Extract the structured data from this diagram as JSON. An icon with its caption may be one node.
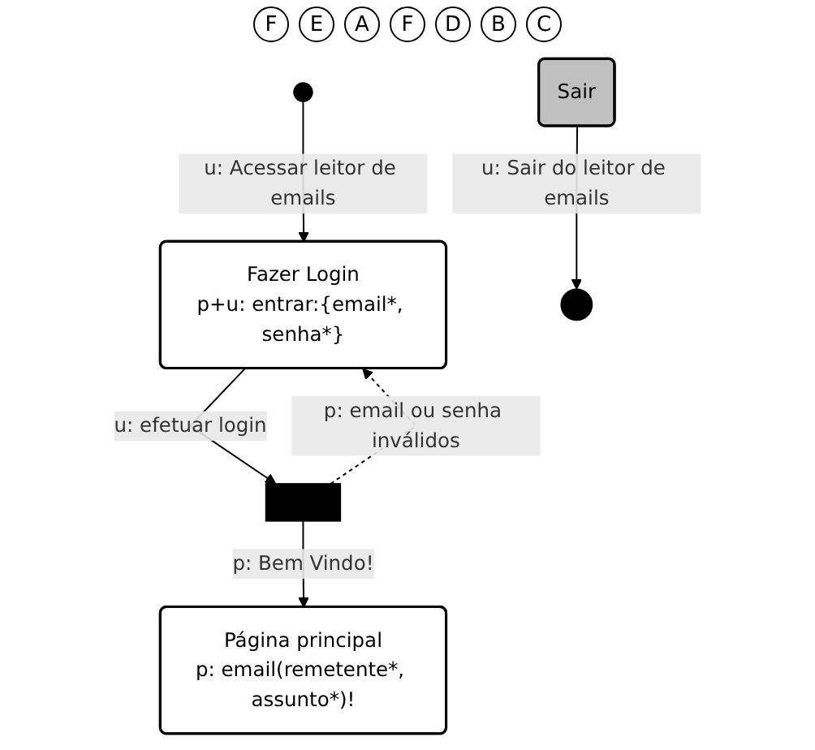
{
  "diagram": {
    "nodes": [
      {
        "text": [],
        "shape": "circle"
      },
      {
        "text": [
          "Fazer Login",
          "p+u: entrar:{email*, senha*}"
        ]
      },
      {
        "text": [],
        "shape": "box"
      },
      {
        "text": [
          "Página principal",
          "p: email(remetente*, assunto*)!"
        ]
      },
      {
        "text": [
          "Sair"
        ]
      },
      {
        "text": [],
        "shape": "circle"
      }
    ],
    "edges": [
      {
        "from": 0,
        "to": 1,
        "arrow": "to",
        "label": "u: Acessar leitor de emails"
      },
      {
        "from": 1,
        "to": 2,
        "arrow": "to",
        "label": "u: efetuar login"
      },
      {
        "from": 2,
        "to": 1,
        "arrow": "to",
        "label": "p: email ou senha inválidos",
        "style": "dashed"
      },
      {
        "from": 2,
        "to": 3,
        "arrow": "to",
        "label": "p: Bem Vindo!"
      },
      {
        "from": 4,
        "to": 5,
        "arrow": "to",
        "label": "u: Sair do leitor de emails"
      }
    ],
    "labels": [
      "F",
      "E",
      "A",
      "F",
      "D",
      "B",
      "C"
    ]
  }
}
